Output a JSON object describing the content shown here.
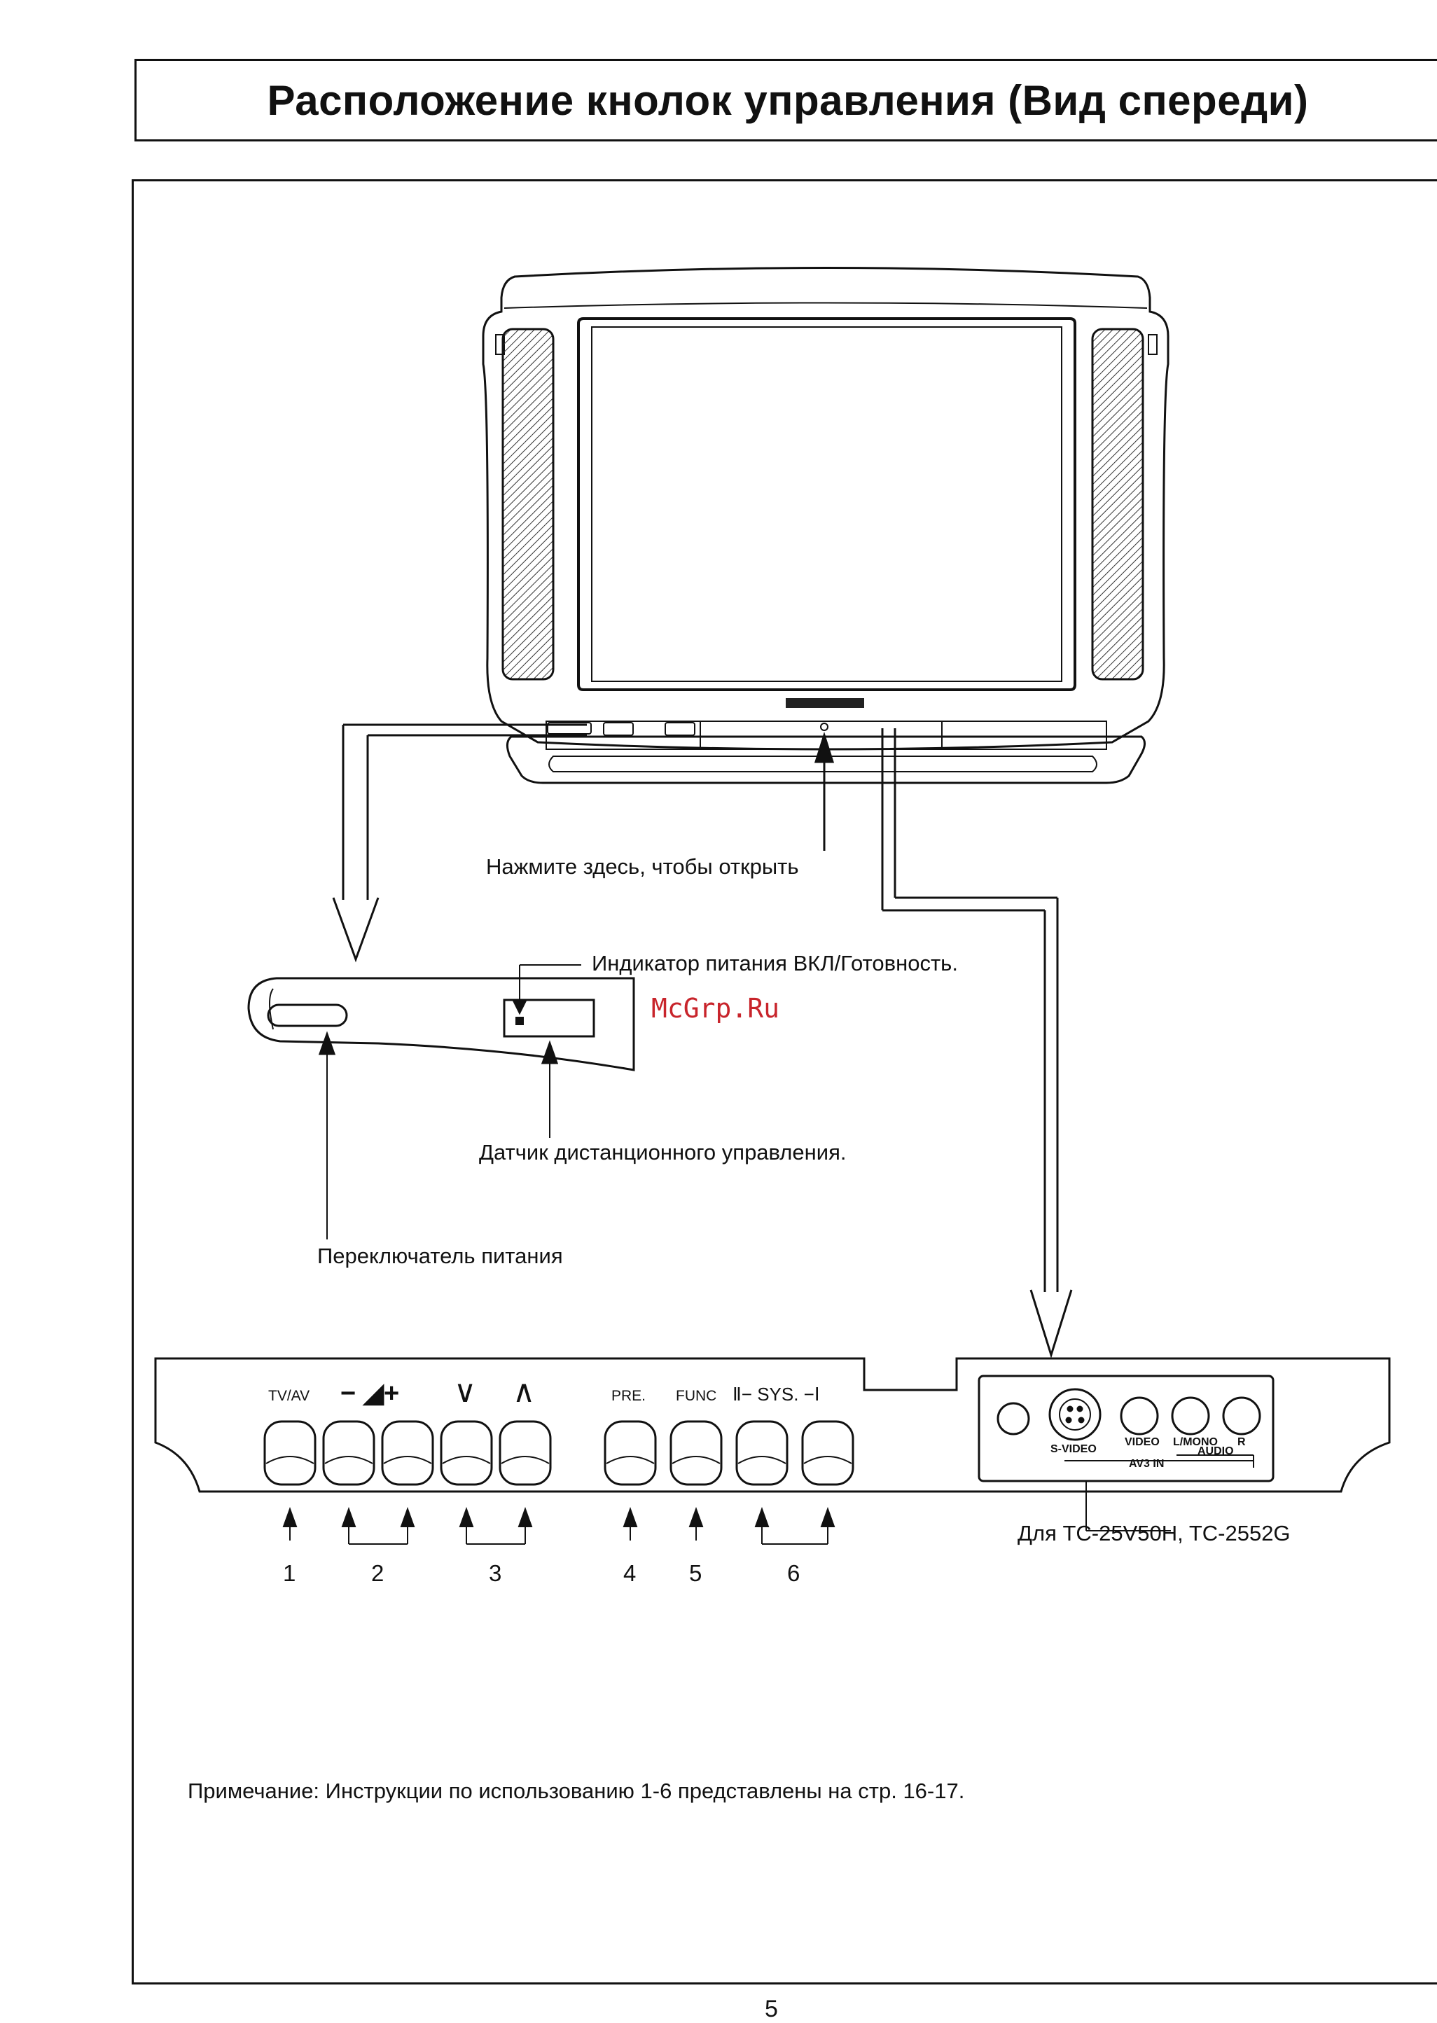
{
  "title": "Расположение кнолок управления (Вид спереди)",
  "labels": {
    "press_to_open": "Нажмите здесь, чтобы открыть",
    "power_indicator": "Индикатор питания ВКЛ/Готовность.",
    "remote_sensor": "Датчик дистанционного управления.",
    "power_switch": "Переключатель питания",
    "for_models": "Для TC-25V50H, TC-2552G",
    "note": "Примечание: Инструкции по использованию 1-6 представлены на стр. 16-17."
  },
  "panel": {
    "tv_av": "TV/AV",
    "volume": "− ◢+",
    "ch_down": "∨",
    "ch_up": "∧",
    "pre": "PRE.",
    "func": "FUNC",
    "sys": "Ⅱ−  SYS.  −Ⅰ",
    "s_video": "S-VIDEO",
    "video": "VIDEO",
    "l_mono": "L/MONO",
    "r": "R",
    "av3_in": "AV3 IN",
    "audio": "AUDIO"
  },
  "numbers": [
    "1",
    "2",
    "3",
    "4",
    "5",
    "6"
  ],
  "watermark": "McGrp.Ru",
  "page_number": "5"
}
